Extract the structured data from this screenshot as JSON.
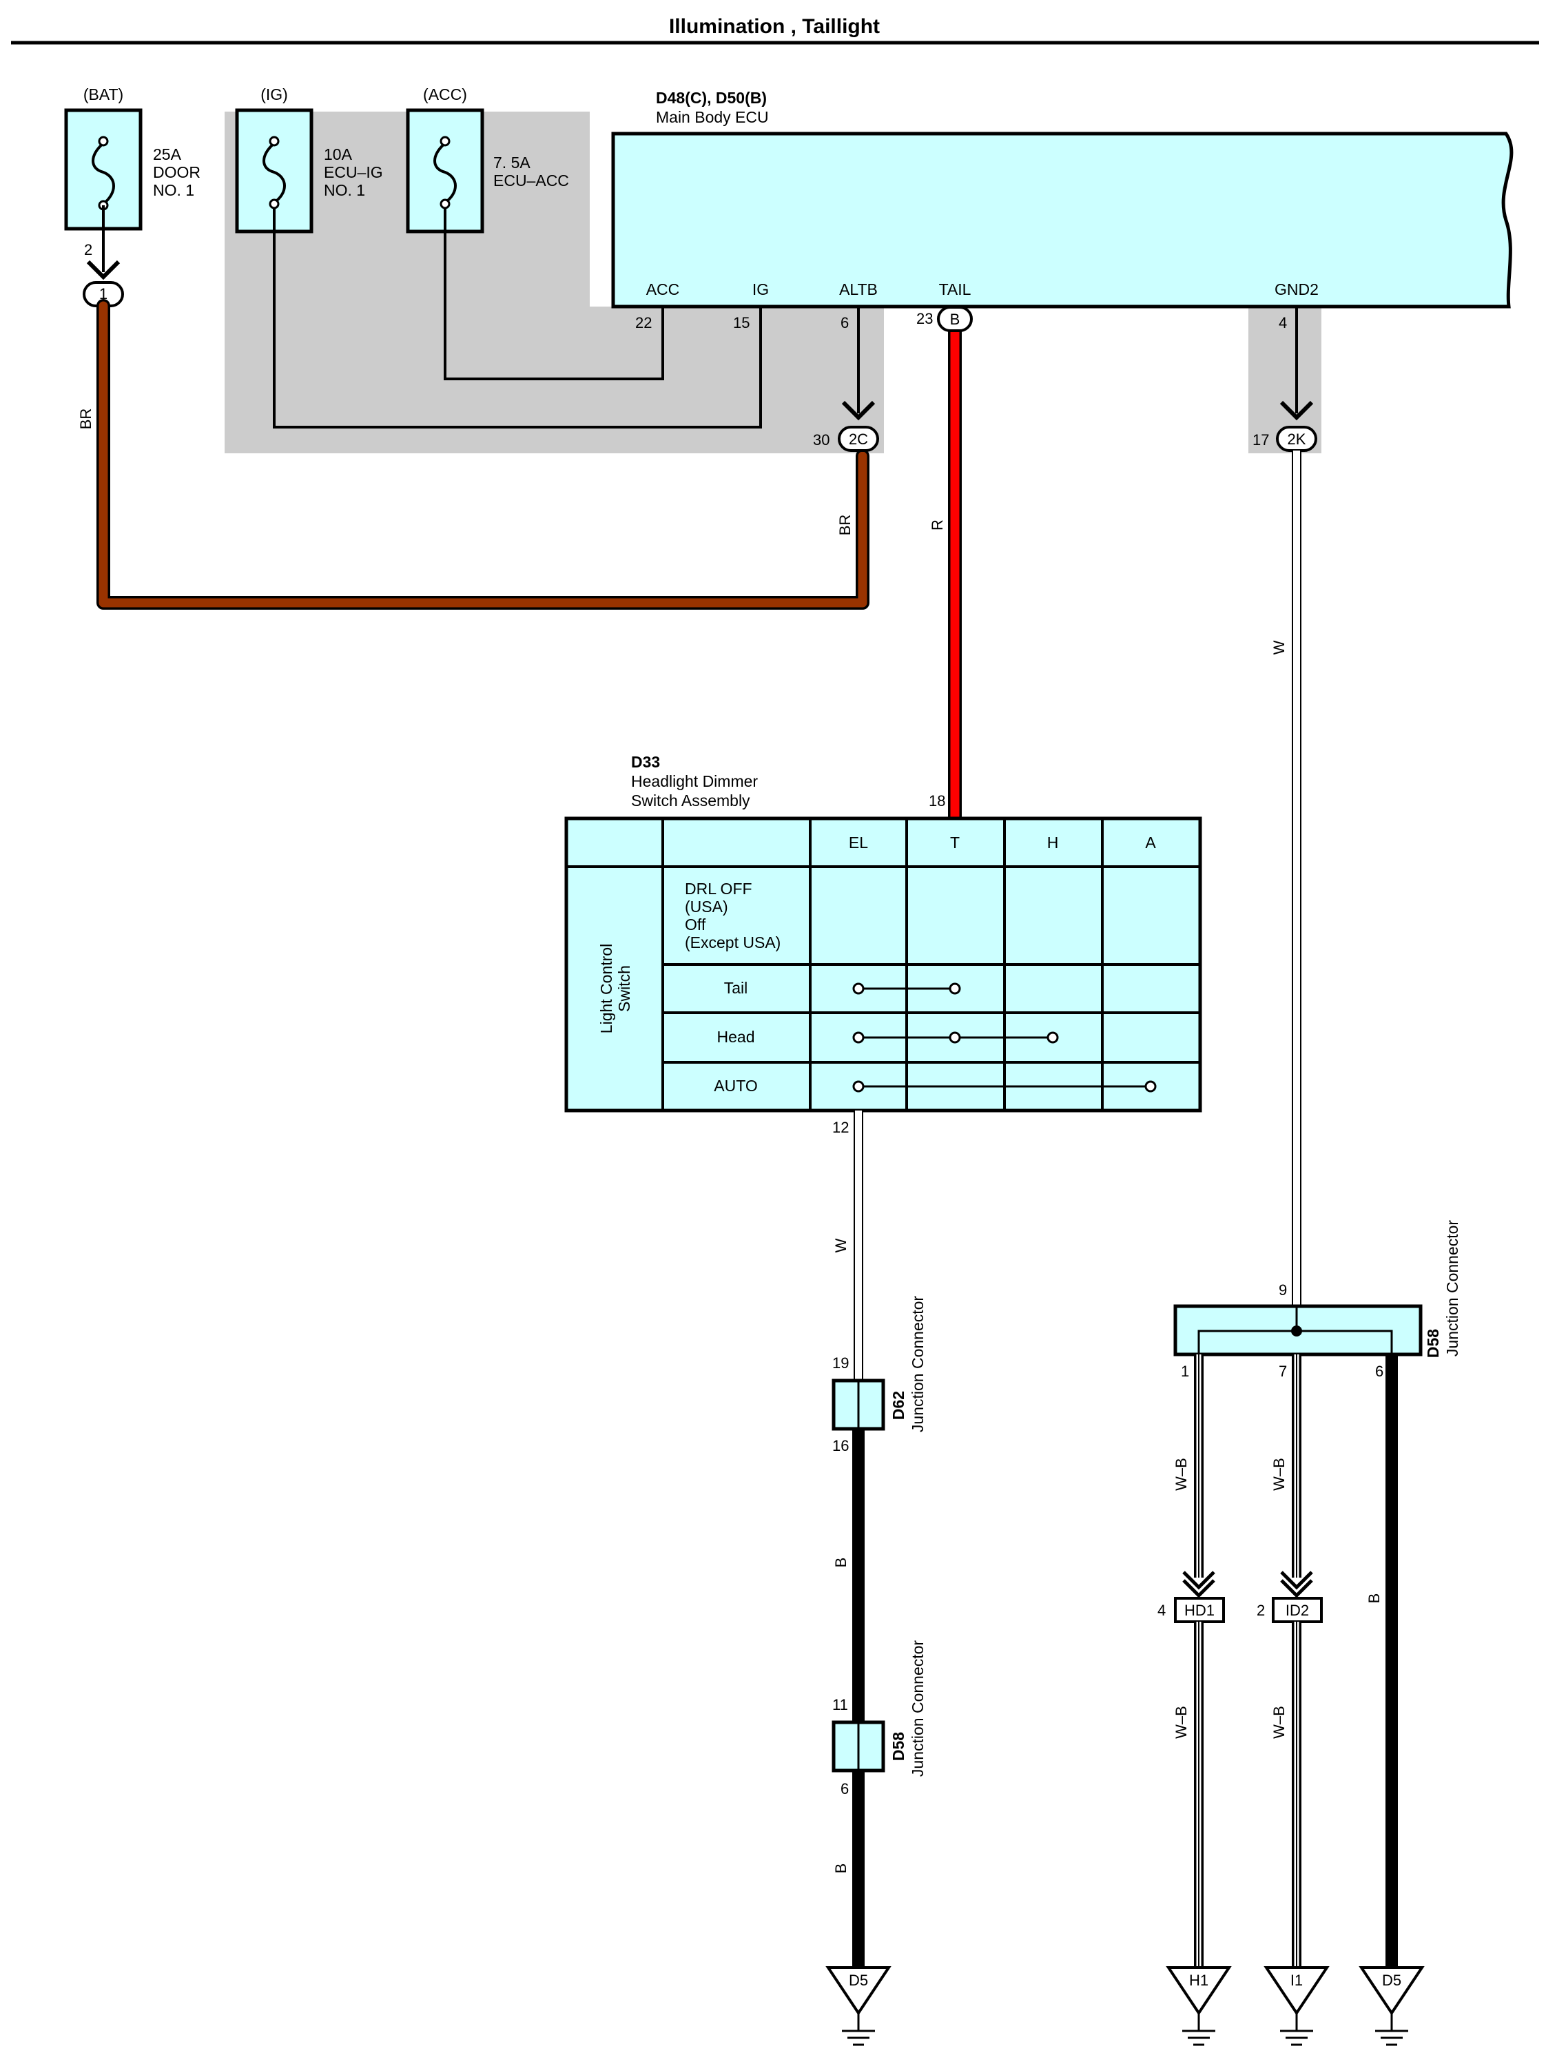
{
  "title": "Illumination , Taillight",
  "colors": {
    "component_fill": "#ccffff",
    "shade": "#cccccc",
    "wire_br": "#993300",
    "wire_r": "#ff0000",
    "wire_b": "#000000",
    "wire_w": "#ffffff"
  },
  "fuses": [
    {
      "source": "(BAT)",
      "rating": "25A",
      "name_1": "DOOR",
      "name_2": "NO. 1",
      "pin": "2",
      "connector": "1"
    },
    {
      "source": "(IG)",
      "rating": "10A",
      "name_1": "ECU–IG",
      "name_2": "NO. 1"
    },
    {
      "source": "(ACC)",
      "rating": "7. 5A",
      "name_1": "ECU–ACC",
      "name_2": ""
    }
  ],
  "ecu": {
    "code": "D48(C), D50(B)",
    "name": "Main Body ECU",
    "terminals": {
      "acc": {
        "label": "ACC",
        "pin": "22"
      },
      "ig": {
        "label": "IG",
        "pin": "15"
      },
      "altb": {
        "label": "ALTB",
        "pin": "6"
      },
      "tail": {
        "label": "TAIL",
        "pin": "23",
        "connector": "B"
      },
      "gnd2": {
        "label": "GND2",
        "pin": "4"
      }
    }
  },
  "junctions": {
    "j2c": {
      "pin": "30",
      "label": "2C"
    },
    "j2k": {
      "pin": "17",
      "label": "2K"
    }
  },
  "wires": {
    "br_left": "BR",
    "br_right": "BR",
    "r": "R",
    "w_top": "W",
    "w_mid": "W",
    "b_1": "B",
    "b_2": "B",
    "wb_1": "W–B",
    "wb_2": "W–B",
    "wb_3": "W–B",
    "wb_4": "W–B",
    "b_3": "B"
  },
  "switch": {
    "code": "D33",
    "name_1": "Headlight Dimmer",
    "name_2": "Switch Assembly",
    "pin_top": "18",
    "pin_bottom": "12",
    "group_1": "Light Control",
    "group_2": "Switch",
    "columns": [
      "EL",
      "T",
      "H",
      "A"
    ],
    "rows": {
      "off": [
        "DRL OFF",
        "(USA)",
        "Off",
        "(Except USA)"
      ],
      "tail": "Tail",
      "head": "Head",
      "auto": "AUTO"
    }
  },
  "d62": {
    "code": "D62",
    "name": "Junction Connector",
    "pin_in": "19",
    "pin_out": "16"
  },
  "d58_left": {
    "code": "D58",
    "name": "Junction Connector",
    "pin_in": "11",
    "pin_out": "6"
  },
  "d58_right": {
    "code": "D58",
    "name": "Junction Connector",
    "pin_in": "9",
    "pin_a": "1",
    "pin_b": "7",
    "pin_c": "6"
  },
  "connectors": {
    "hd1": {
      "pin": "4",
      "label": "HD1"
    },
    "id2": {
      "pin": "2",
      "label": "ID2"
    }
  },
  "grounds": [
    "D5",
    "H1",
    "I1",
    "D5"
  ]
}
